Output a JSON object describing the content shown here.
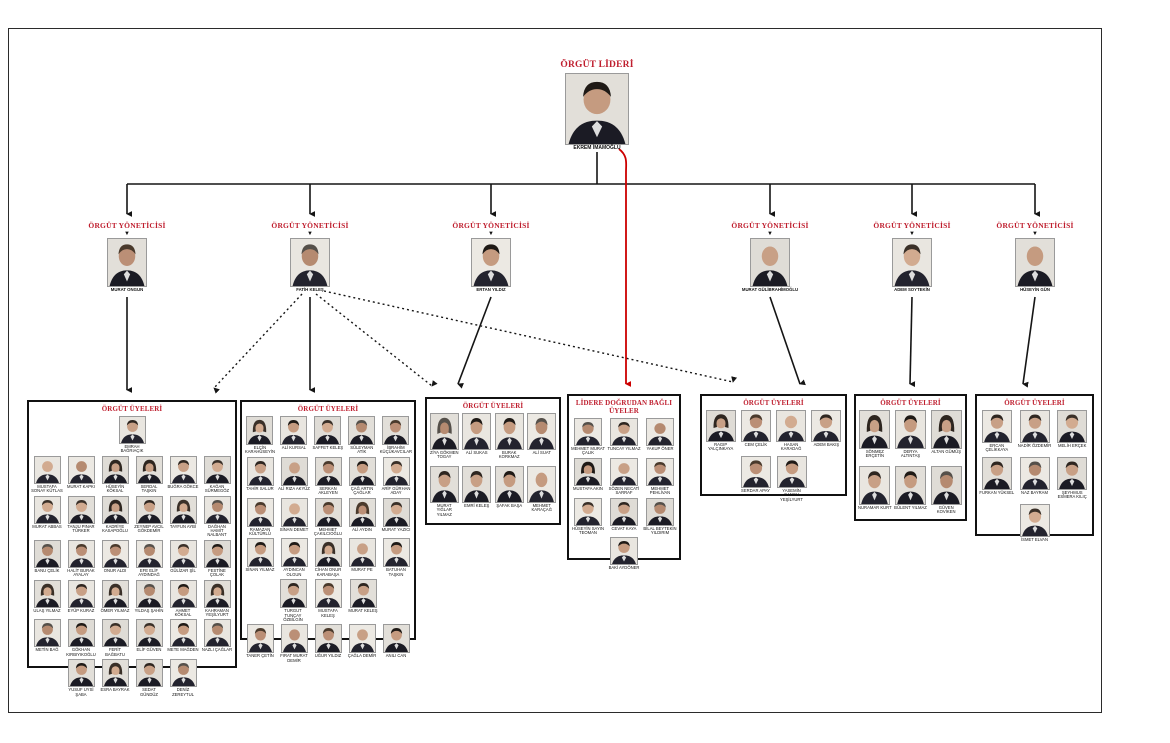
{
  "colors": {
    "title_red": "#bf1e2e",
    "line_black": "#151515",
    "line_red": "#cc0000"
  },
  "leader": {
    "title": "ÖRGÜT LİDERİ",
    "name": "EKREM İMAMOĞLU"
  },
  "managers": [
    {
      "title": "ÖRGÜT YÖNETİCİSİ",
      "name": "MURAT ONGUN"
    },
    {
      "title": "ÖRGÜT YÖNETİCİSİ",
      "name": "FATİH KELEŞ"
    },
    {
      "title": "ÖRGÜT YÖNETİCİSİ",
      "name": "ERTAN YILDIZ"
    },
    {
      "title": "ÖRGÜT YÖNETİCİSİ",
      "name": "MURAT GÜLİBRAHİMOĞLU"
    },
    {
      "title": "ÖRGÜT YÖNETİCİSİ",
      "name": "ADEM SOYTEKİN"
    },
    {
      "title": "ÖRGÜT YÖNETİCİSİ",
      "name": "HÜSEYİN GÜN"
    }
  ],
  "groups": [
    {
      "title": "ÖRGÜT ÜYELERİ",
      "rows": [
        [
          "EMRAH BAĞRIAÇIK"
        ],
        [
          "MUSTAFA SONAY KÜTLAS",
          "MURAT KAPKI",
          "HÜSEYİN KÖKSAL",
          "SERDAL TAŞKIN",
          "BUĞRA GÖKCE",
          "KAĞAN SÜRMEGÖZ"
        ],
        [
          "MURAT ABBAS",
          "TANJU PINAR TÜRKER",
          "KADRİYE KASAPOĞLU",
          "ZEYNEP AVCIL GÖKDEMİR",
          "TAYFUN AYBİ",
          "DAĞHAN HAMİT NALBANT"
        ],
        [
          "BANU ÇELİK",
          "HALİT BURAK AYALAY",
          "ONUR ALDI",
          "EFE ELİF AYDINDAĞ",
          "GÜLİZAR ŞİL",
          "FESTİNE ÇOLAK"
        ],
        [
          "ULAŞ YILMAZ",
          "EYÜP KURAZ",
          "ÖMER YILMAZ",
          "YILDAŞ ŞAHİN",
          "AHMET KÖKSAL",
          "KAHRAMAN YEŞİLYURT"
        ],
        [
          "METİN BAĞ",
          "GÖKHAN KIRBIYIKOĞLU",
          "FERİT BAĞBATU",
          "ELİF GÜVEN",
          "METE MAĞDEN",
          "NAZLI ÇAĞLAR"
        ],
        [
          "YUSUF UYSİ ŞABA",
          "ESRA BAYRAK",
          "SEDAT GÜNDÜZ",
          "DENİZ ZEREYTUL"
        ]
      ]
    },
    {
      "title": "ÖRGÜT ÜYELERİ",
      "rows": [
        [
          "ELÇİN KARAHÜSEYİN",
          "ALİ KURSAL",
          "SAFFET KELEŞ",
          "SÜLEYMAN ATİK",
          "İBRAHİM KÜÇÜKAVCILAR"
        ],
        [
          "TAHİR SALUR",
          "ALİ RIZA AKYÜZ",
          "SERKAN AKLEYEN",
          "ÇAĞ ARTIN ÇAĞLAR",
          "ARİF GÜRHAN ADAY"
        ],
        [
          "RAMAZAN KÜLTÜRLÜ",
          "SİNAN DEMET",
          "MEHMET ÇAKILCIOĞLU",
          "ALİ AYDIN",
          "MURAT YAZICI"
        ],
        [
          "SİNAN YILMAZ",
          "AYDINCAN OLGUN",
          "CİHAN ONUR KARABAŞA",
          "MURAT PE",
          "BATUHAN TAŞKIN"
        ],
        [
          "TURGUT TUNÇAY ÖZBİLGİN",
          "MUSTAFA KELEŞ",
          "MURAT KELEŞ"
        ],
        [
          "TANER ÇETİN",
          "FIRAT MURAT DEMİR",
          "UĞUR YILDIZ",
          "ÇAĞLA DEMİR",
          "ANILI CAN"
        ]
      ]
    },
    {
      "title": "ÖRGÜT ÜYELERİ",
      "rows": [
        [
          "ZİYA GÖKMEN TOGAY",
          "ALİ SUKAS",
          "BURAK KORKMAZ",
          "ALİ SUAT"
        ],
        [
          "MURAT YIĞLAR YILMAZ",
          "EMRİ KELEŞ",
          "ŞAFAK BAŞA",
          "MEHMET KARAÇAĞ"
        ]
      ]
    },
    {
      "title": "LİDERE DOĞRUDAN BAĞLI ÜYELER",
      "rows": [
        [
          "MEHMET MURAT ÇALIK",
          "TUNCAY YILMAZ",
          "YAKUP ÖNER"
        ],
        [
          "MUSTAFA AKIN",
          "SÖZEN NECATİ SARRAF",
          "MEHMET PEHLİVAN"
        ],
        [
          "HÜSEYİN SAYIN TEOMAN",
          "CEVAT KAYA",
          "BİLAL BEYTEKİN YILDIRIM"
        ],
        [
          "BAKİ AYDÖNER"
        ]
      ]
    },
    {
      "title": "ÖRGÜT ÜYELERİ",
      "rows": [
        [
          "RAGIP YALÇINKAYA",
          "CEM ÇELİK",
          "HASAN KARADAĞ",
          "ADEM BAKIŞ"
        ],
        [
          "SERDAR APAY",
          "YASEMİN CANSU YEŞİLYURT"
        ]
      ]
    },
    {
      "title": "ÖRGÜT ÜYELERİ",
      "rows": [
        [
          "SÖNMEZ ERÇETİN",
          "DERYA ALTINTAŞ",
          "ALTAN GÜMÜŞ"
        ],
        [
          "NURAMAR KURT",
          "BÜLENT YILMAZ",
          "GÜVEN KOVİKEN"
        ]
      ]
    },
    {
      "title": "ÖRGÜT ÜYELERİ",
      "rows": [
        [
          "ERCAN ÇELİKKAYA",
          "NADİR ÖZDEMİR",
          "MELİH ERÇEK"
        ],
        [
          "FURKAN YÜKSEL",
          "NAZ BAYRAM",
          "ŞEYHMUS ESMERA KILIÇ"
        ],
        [
          "İSMET ELVAN"
        ]
      ]
    }
  ]
}
